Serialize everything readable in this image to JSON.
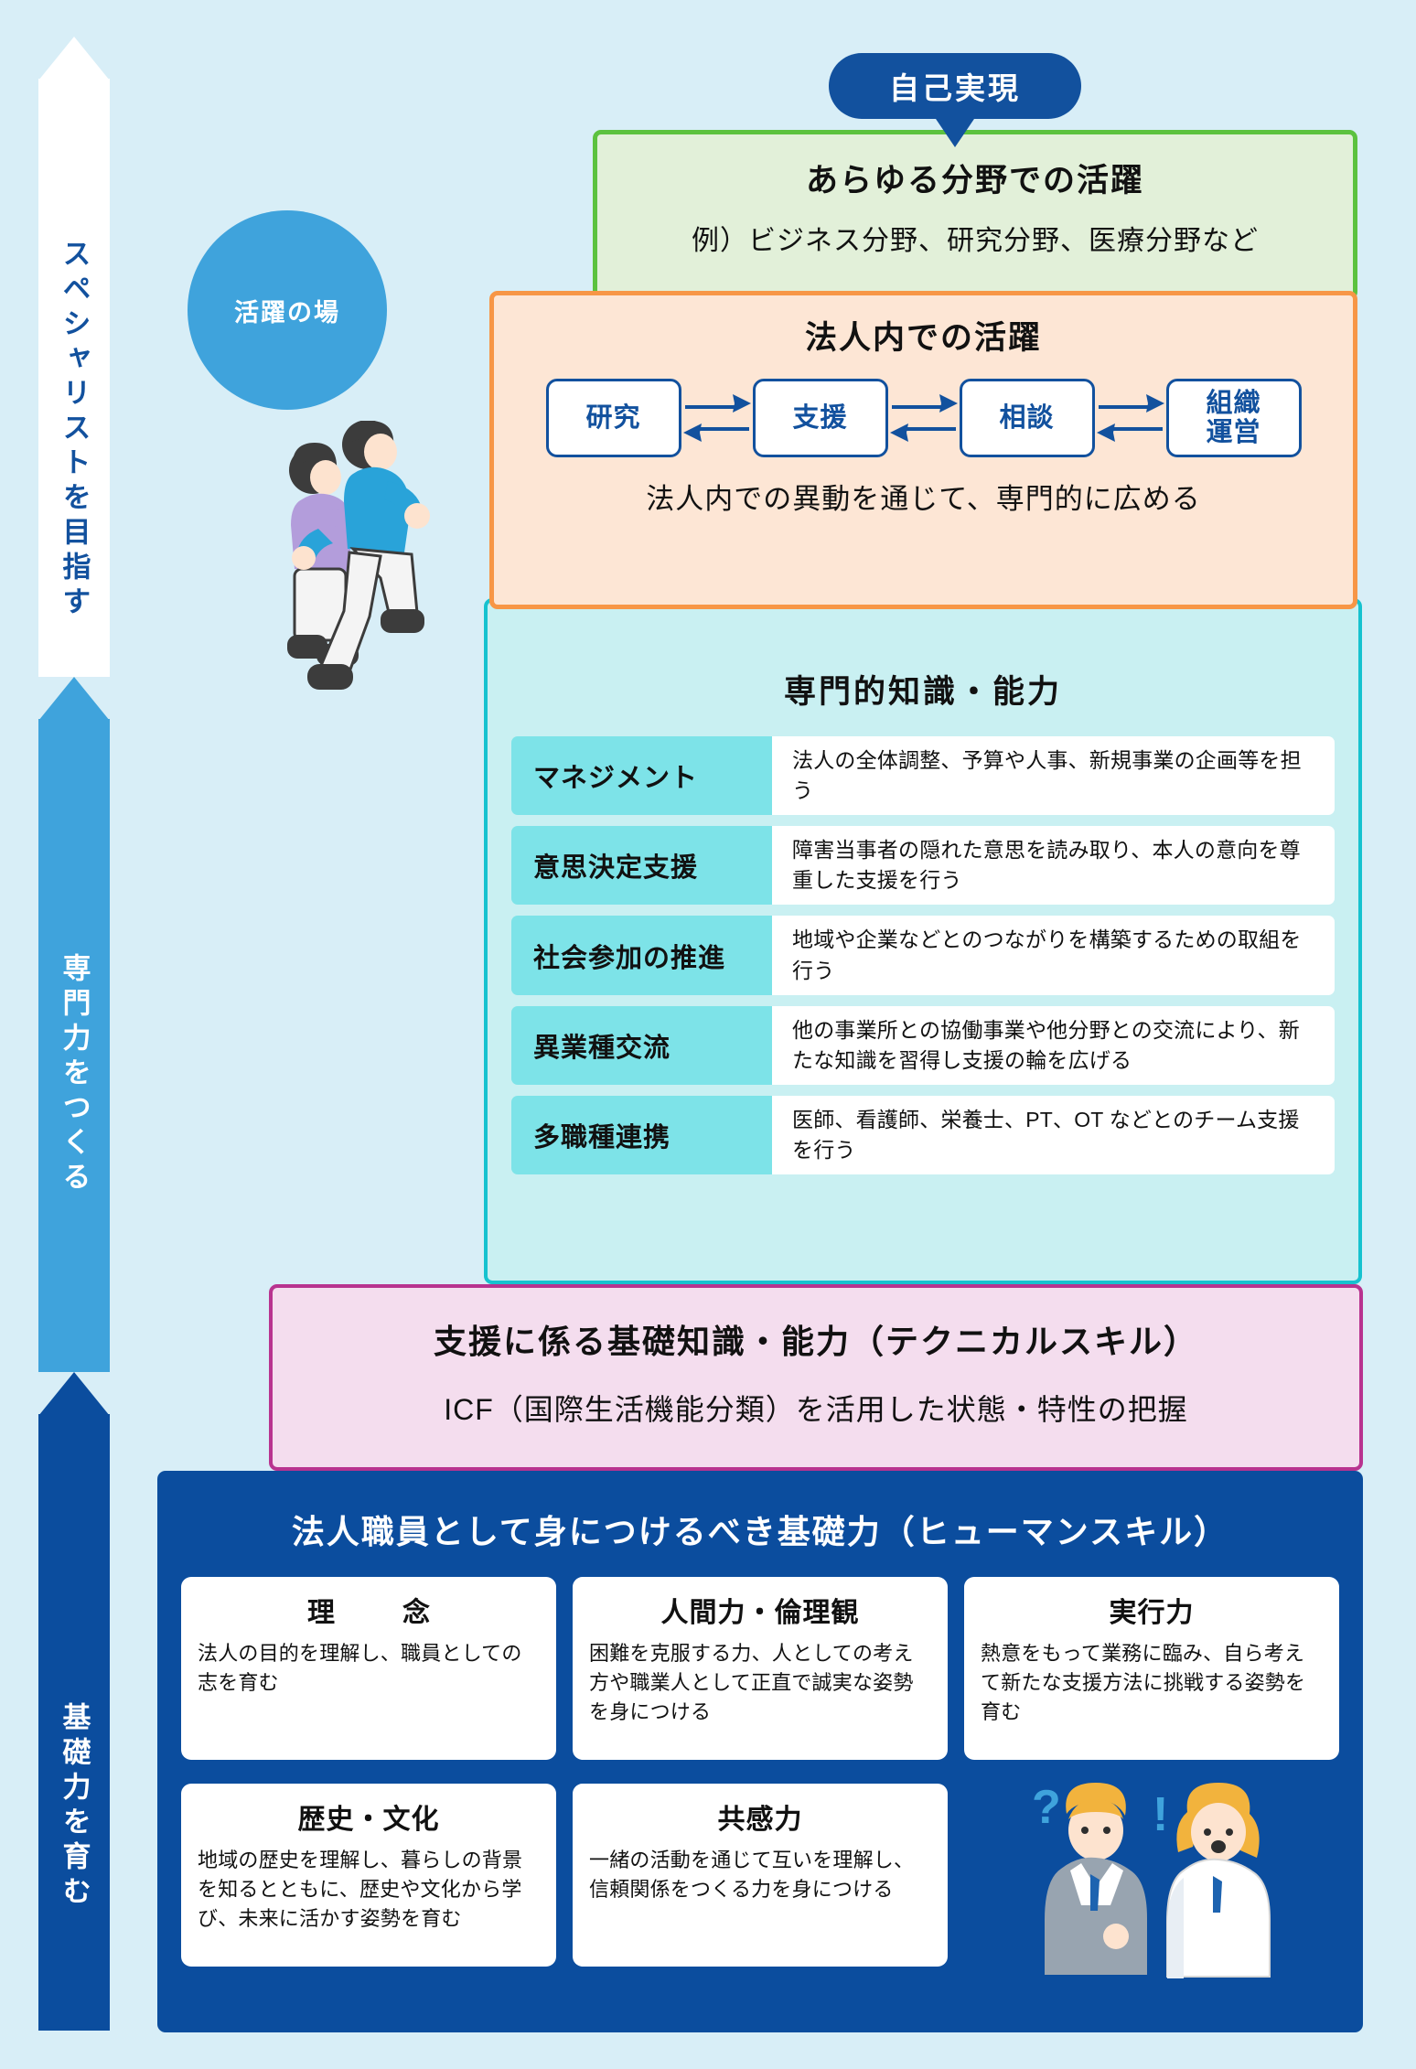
{
  "left_arrow": {
    "segments": [
      {
        "label": "スペシャリストを目指す",
        "color": "#ffffff",
        "text_color": "#12519e"
      },
      {
        "label": "専門力をつくる",
        "color": "#3fa3dc",
        "text_color": "#ffffff"
      },
      {
        "label": "基礎力を育む",
        "color": "#0b4d9e",
        "text_color": "#ffffff"
      }
    ]
  },
  "self_realization_bubble": {
    "label": "自己実現",
    "color": "#12519e"
  },
  "venue_circle": {
    "label": "活躍の場",
    "color": "#3fa3dc"
  },
  "green_section": {
    "title": "あらゆる分野での活躍",
    "subtitle": "例）ビジネス分野、研究分野、医療分野など",
    "border_color": "#5cc23f",
    "fill_color": "#e2f0d9"
  },
  "orange_section": {
    "title": "法人内での活躍",
    "flow_boxes": [
      "研究",
      "支援",
      "相談",
      "組織\n運営"
    ],
    "footer": "法人内での異動を通じて、専門的に広める",
    "border_color": "#f79646",
    "fill_color": "#fde6d5"
  },
  "cyan_section": {
    "title": "専門的知識・能力",
    "border_color": "#16c2cf",
    "fill_color": "#c9f0f2",
    "key_color": "#7de3e8",
    "skills": [
      {
        "name": "マネジメント",
        "desc": "法人の全体調整、予算や人事、新規事業の企画等を担う"
      },
      {
        "name": "意思決定支援",
        "desc": "障害当事者の隠れた意思を読み取り、本人の意向を尊重した支援を行う"
      },
      {
        "name": "社会参加の推進",
        "desc": "地域や企業などとのつながりを構築するための取組を行う"
      },
      {
        "name": "異業種交流",
        "desc": "他の事業所との協働事業や他分野との交流により、新たな知識を習得し支援の輪を広げる"
      },
      {
        "name": "多職種連携",
        "desc": "医師、看護師、栄養士、PT、OT などとのチーム支援を行う"
      }
    ]
  },
  "pink_section": {
    "title": "支援に係る基礎知識・能力（テクニカルスキル）",
    "subtitle": "ICF（国際生活機能分類）を活用した状態・特性の把握",
    "border_color": "#b8338f",
    "fill_color": "#f4ddee"
  },
  "navy_section": {
    "title": "法人職員として身につけるべき基礎力（ヒューマンスキル）",
    "fill_color": "#0b4d9e",
    "cards": [
      {
        "title": "理　念",
        "body": "法人の目的を理解し、職員としての志を育む"
      },
      {
        "title": "人間力・倫理観",
        "body": "困難を克服する力、人としての考え方や職業人として正直で誠実な姿勢を身につける"
      },
      {
        "title": "実行力",
        "body": "熱意をもって業務に臨み、自ら考えて新たな支援方法に挑戦する姿勢を育む"
      },
      {
        "title": "歴史・文化",
        "body": "地域の歴史を理解し、暮らしの背景を知るとともに、歴史や文化から学び、未来に活かす姿勢を育む"
      },
      {
        "title": "共感力",
        "body": "一緒の活動を通じて互いを理解し、信頼関係をつくる力を身につける"
      }
    ]
  }
}
